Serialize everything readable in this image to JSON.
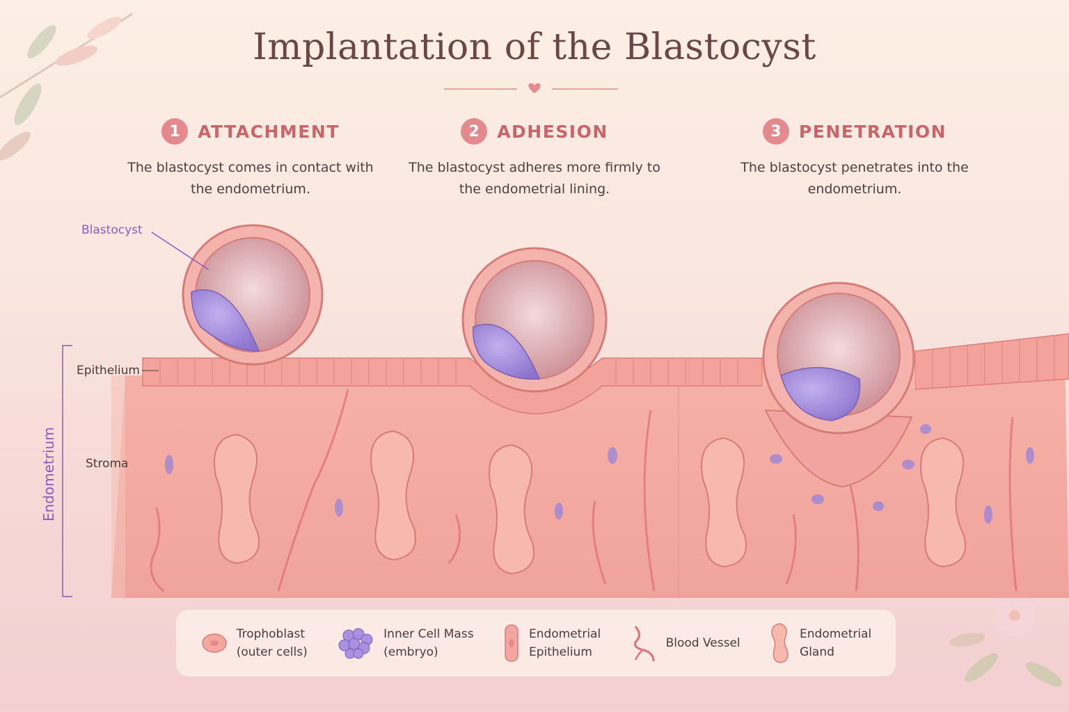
{
  "title": "Implantation of the Blastocyst",
  "steps": [
    {
      "number": "1",
      "title": "ATTACHMENT",
      "desc": "The blastocyst comes in contact with the endometrium."
    },
    {
      "number": "2",
      "title": "ADHESION",
      "desc": "The blastocyst adheres more firmly to the endometrial lining."
    },
    {
      "number": "3",
      "title": "PENETRATION",
      "desc": "The blastocyst penetrates into the endometrium."
    }
  ],
  "labels": {
    "blastocyst": "Blastocyst",
    "epithelium": "Epithelium",
    "stroma": "Stroma",
    "endometrium": "Endometrium"
  },
  "legend": [
    {
      "icon": "trophoblast-icon",
      "line1": "Trophoblast",
      "line2": "(outer cells)"
    },
    {
      "icon": "inner-cell-mass-icon",
      "line1": "Inner Cell Mass",
      "line2": "(embryo)"
    },
    {
      "icon": "endometrial-epithelium-icon",
      "line1": "Endometrial",
      "line2": "Epithelium"
    },
    {
      "icon": "blood-vessel-icon",
      "line1": "Blood Vessel",
      "line2": ""
    },
    {
      "icon": "endometrial-gland-icon",
      "line1": "Endometrial",
      "line2": "Gland"
    }
  ],
  "colors": {
    "accent": "#e48a8e",
    "heading": "#c96468",
    "purple": "#8a5bbf",
    "tissue": "#f2a7a0",
    "cell_mass": "#a38ad8"
  }
}
